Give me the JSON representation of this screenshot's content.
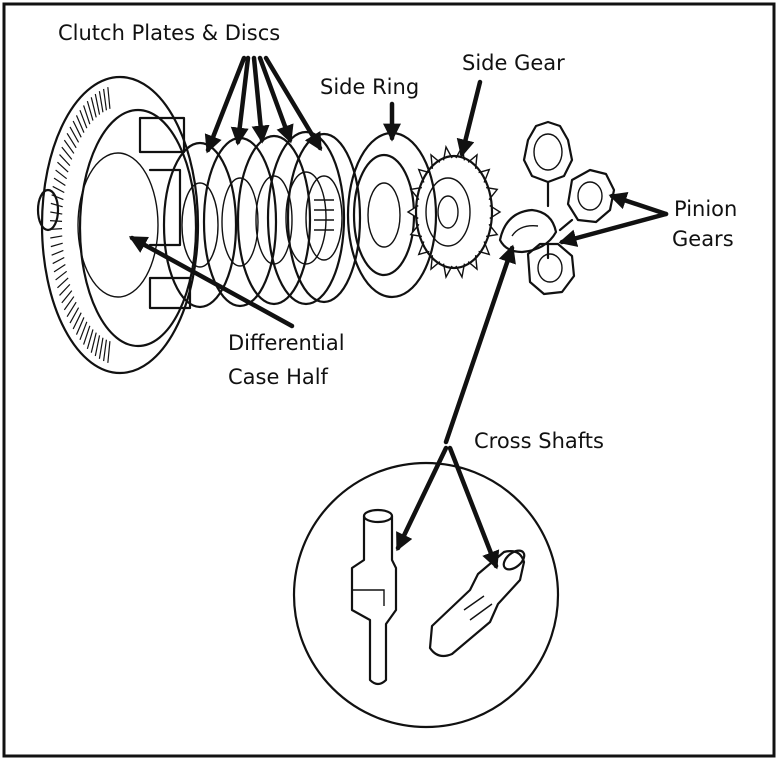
{
  "labels": {
    "clutch_plates_discs": "Clutch Plates & Discs",
    "side_ring": "Side Ring",
    "side_gear": "Side Gear",
    "pinion_gears_line1": "Pinion",
    "pinion_gears_line2": "Gears",
    "differential_case_half_line1": "Differential",
    "differential_case_half_line2": "Case Half",
    "cross_shafts": "Cross Shafts"
  },
  "colors": {
    "ink": "#111111",
    "paper": "#ffffff"
  }
}
